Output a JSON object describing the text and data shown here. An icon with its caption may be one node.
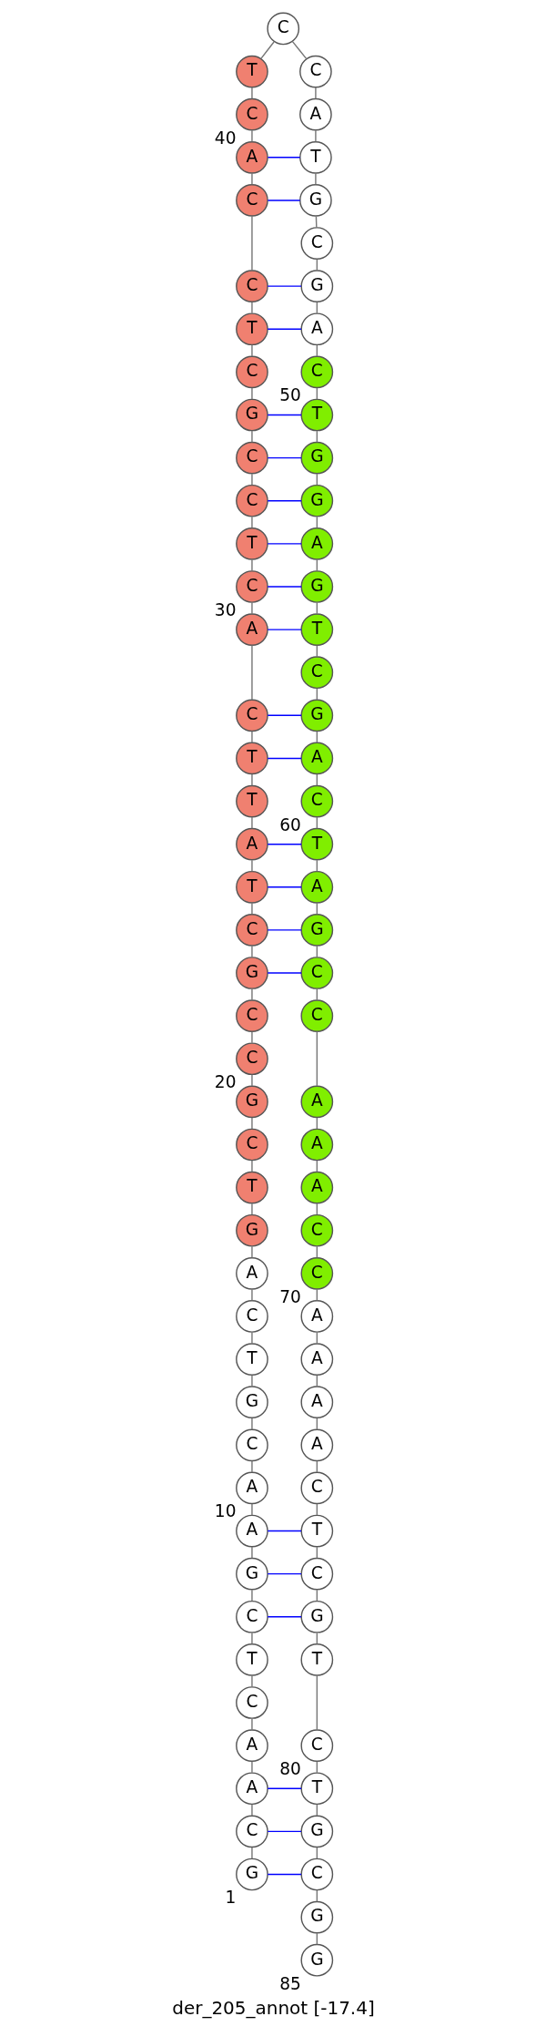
{
  "diagram": {
    "caption": "der_205_annot [-17.4]",
    "nodes": [
      {
        "text": [
          "G"
        ],
        "beside": [
          "1"
        ]
      },
      {
        "text": [
          "C"
        ]
      },
      {
        "text": [
          "A"
        ]
      },
      {
        "text": [
          "A"
        ]
      },
      {
        "text": [
          "C"
        ]
      },
      {
        "text": [
          "T"
        ]
      },
      {
        "text": [
          "C"
        ]
      },
      {
        "text": [
          "G"
        ]
      },
      {
        "text": [
          "A"
        ]
      },
      {
        "text": [
          "A"
        ],
        "beside": [
          "10"
        ]
      },
      {
        "text": [
          "C"
        ]
      },
      {
        "text": [
          "G"
        ]
      },
      {
        "text": [
          "T"
        ]
      },
      {
        "text": [
          "C"
        ]
      },
      {
        "text": [
          "A"
        ]
      },
      {
        "text": [
          "G"
        ]
      },
      {
        "text": [
          "T"
        ]
      },
      {
        "text": [
          "C"
        ]
      },
      {
        "text": [
          "G"
        ]
      },
      {
        "text": [
          "C"
        ],
        "beside": [
          "20"
        ]
      },
      {
        "text": [
          "C"
        ]
      },
      {
        "text": [
          "G"
        ]
      },
      {
        "text": [
          "C"
        ]
      },
      {
        "text": [
          "T"
        ]
      },
      {
        "text": [
          "A"
        ]
      },
      {
        "text": [
          "T"
        ]
      },
      {
        "text": [
          "T"
        ]
      },
      {
        "text": [
          "C"
        ]
      },
      {
        "text": [
          "A"
        ]
      },
      {
        "text": [
          "C"
        ],
        "beside": [
          "30"
        ]
      },
      {
        "text": [
          "T"
        ]
      },
      {
        "text": [
          "C"
        ]
      },
      {
        "text": [
          "C"
        ]
      },
      {
        "text": [
          "G"
        ]
      },
      {
        "text": [
          "C"
        ]
      },
      {
        "text": [
          "T"
        ]
      },
      {
        "text": [
          "C"
        ]
      },
      {
        "text": [
          "C"
        ]
      },
      {
        "text": [
          "A"
        ]
      },
      {
        "text": [
          "C"
        ],
        "beside": [
          "40"
        ]
      },
      {
        "text": [
          "T"
        ]
      },
      {
        "text": [
          "C"
        ]
      },
      {
        "text": [
          "C"
        ]
      },
      {
        "text": [
          "A"
        ]
      },
      {
        "text": [
          "T"
        ]
      },
      {
        "text": [
          "G"
        ]
      },
      {
        "text": [
          "C"
        ]
      },
      {
        "text": [
          "G"
        ]
      },
      {
        "text": [
          "A"
        ]
      },
      {
        "text": [
          "C"
        ],
        "beside": [
          "50"
        ]
      },
      {
        "text": [
          "T"
        ]
      },
      {
        "text": [
          "G"
        ]
      },
      {
        "text": [
          "G"
        ]
      },
      {
        "text": [
          "A"
        ]
      },
      {
        "text": [
          "G"
        ]
      },
      {
        "text": [
          "T"
        ]
      },
      {
        "text": [
          "C"
        ]
      },
      {
        "text": [
          "G"
        ]
      },
      {
        "text": [
          "A"
        ]
      },
      {
        "text": [
          "C"
        ],
        "beside": [
          "60"
        ]
      },
      {
        "text": [
          "T"
        ]
      },
      {
        "text": [
          "A"
        ]
      },
      {
        "text": [
          "G"
        ]
      },
      {
        "text": [
          "C"
        ]
      },
      {
        "text": [
          "C"
        ]
      },
      {
        "text": [
          "A"
        ]
      },
      {
        "text": [
          "A"
        ]
      },
      {
        "text": [
          "A"
        ]
      },
      {
        "text": [
          "C"
        ]
      },
      {
        "text": [
          "C"
        ],
        "beside": [
          "70"
        ]
      },
      {
        "text": [
          "A"
        ]
      },
      {
        "text": [
          "A"
        ]
      },
      {
        "text": [
          "A"
        ]
      },
      {
        "text": [
          "A"
        ]
      },
      {
        "text": [
          "C"
        ]
      },
      {
        "text": [
          "T"
        ]
      },
      {
        "text": [
          "C"
        ]
      },
      {
        "text": [
          "G"
        ]
      },
      {
        "text": [
          "T"
        ]
      },
      {
        "text": [
          "C"
        ],
        "beside": [
          "80"
        ]
      },
      {
        "text": [
          "T"
        ]
      },
      {
        "text": [
          "G"
        ]
      },
      {
        "text": [
          "C"
        ]
      },
      {
        "text": [
          "G"
        ]
      },
      {
        "text": [
          "G"
        ],
        "beside": [
          "85"
        ]
      }
    ],
    "edges": [
      {
        "from": 0,
        "to": 1,
        "arrow": "none"
      },
      {
        "from": 1,
        "to": 2,
        "arrow": "none"
      },
      {
        "from": 2,
        "to": 3,
        "arrow": "none"
      },
      {
        "from": 3,
        "to": 4,
        "arrow": "none"
      },
      {
        "from": 4,
        "to": 5,
        "arrow": "none"
      },
      {
        "from": 5,
        "to": 6,
        "arrow": "none"
      },
      {
        "from": 6,
        "to": 7,
        "arrow": "none"
      },
      {
        "from": 7,
        "to": 8,
        "arrow": "none"
      },
      {
        "from": 8,
        "to": 9,
        "arrow": "none"
      },
      {
        "from": 9,
        "to": 10,
        "arrow": "none"
      },
      {
        "from": 10,
        "to": 11,
        "arrow": "none"
      },
      {
        "from": 11,
        "to": 12,
        "arrow": "none"
      },
      {
        "from": 12,
        "to": 13,
        "arrow": "none"
      },
      {
        "from": 13,
        "to": 14,
        "arrow": "none"
      },
      {
        "from": 14,
        "to": 15,
        "arrow": "none"
      },
      {
        "from": 15,
        "to": 16,
        "arrow": "none"
      },
      {
        "from": 16,
        "to": 17,
        "arrow": "none"
      },
      {
        "from": 17,
        "to": 18,
        "arrow": "none"
      },
      {
        "from": 18,
        "to": 19,
        "arrow": "none"
      },
      {
        "from": 19,
        "to": 20,
        "arrow": "none"
      },
      {
        "from": 20,
        "to": 21,
        "arrow": "none"
      },
      {
        "from": 21,
        "to": 22,
        "arrow": "none"
      },
      {
        "from": 22,
        "to": 23,
        "arrow": "none"
      },
      {
        "from": 23,
        "to": 24,
        "arrow": "none"
      },
      {
        "from": 24,
        "to": 25,
        "arrow": "none"
      },
      {
        "from": 25,
        "to": 26,
        "arrow": "none"
      },
      {
        "from": 26,
        "to": 27,
        "arrow": "none"
      },
      {
        "from": 27,
        "to": 28,
        "arrow": "none"
      },
      {
        "from": 28,
        "to": 29,
        "arrow": "none"
      },
      {
        "from": 29,
        "to": 30,
        "arrow": "none"
      },
      {
        "from": 30,
        "to": 31,
        "arrow": "none"
      },
      {
        "from": 31,
        "to": 32,
        "arrow": "none"
      },
      {
        "from": 32,
        "to": 33,
        "arrow": "none"
      },
      {
        "from": 33,
        "to": 34,
        "arrow": "none"
      },
      {
        "from": 34,
        "to": 35,
        "arrow": "none"
      },
      {
        "from": 35,
        "to": 36,
        "arrow": "none"
      },
      {
        "from": 36,
        "to": 37,
        "arrow": "none"
      },
      {
        "from": 37,
        "to": 38,
        "arrow": "none"
      },
      {
        "from": 38,
        "to": 39,
        "arrow": "none"
      },
      {
        "from": 39,
        "to": 40,
        "arrow": "none"
      },
      {
        "from": 40,
        "to": 41,
        "arrow": "none"
      },
      {
        "from": 41,
        "to": 42,
        "arrow": "none"
      },
      {
        "from": 42,
        "to": 43,
        "arrow": "none"
      },
      {
        "from": 43,
        "to": 44,
        "arrow": "none"
      },
      {
        "from": 44,
        "to": 45,
        "arrow": "none"
      },
      {
        "from": 45,
        "to": 46,
        "arrow": "none"
      },
      {
        "from": 46,
        "to": 47,
        "arrow": "none"
      },
      {
        "from": 47,
        "to": 48,
        "arrow": "none"
      },
      {
        "from": 48,
        "to": 49,
        "arrow": "none"
      },
      {
        "from": 49,
        "to": 50,
        "arrow": "none"
      },
      {
        "from": 50,
        "to": 51,
        "arrow": "none"
      },
      {
        "from": 51,
        "to": 52,
        "arrow": "none"
      },
      {
        "from": 52,
        "to": 53,
        "arrow": "none"
      },
      {
        "from": 53,
        "to": 54,
        "arrow": "none"
      },
      {
        "from": 54,
        "to": 55,
        "arrow": "none"
      },
      {
        "from": 55,
        "to": 56,
        "arrow": "none"
      },
      {
        "from": 56,
        "to": 57,
        "arrow": "none"
      },
      {
        "from": 57,
        "to": 58,
        "arrow": "none"
      },
      {
        "from": 58,
        "to": 59,
        "arrow": "none"
      },
      {
        "from": 59,
        "to": 60,
        "arrow": "none"
      },
      {
        "from": 60,
        "to": 61,
        "arrow": "none"
      },
      {
        "from": 61,
        "to": 62,
        "arrow": "none"
      },
      {
        "from": 62,
        "to": 63,
        "arrow": "none"
      },
      {
        "from": 63,
        "to": 64,
        "arrow": "none"
      },
      {
        "from": 64,
        "to": 65,
        "arrow": "none"
      },
      {
        "from": 65,
        "to": 66,
        "arrow": "none"
      },
      {
        "from": 66,
        "to": 67,
        "arrow": "none"
      },
      {
        "from": 67,
        "to": 68,
        "arrow": "none"
      },
      {
        "from": 68,
        "to": 69,
        "arrow": "none"
      },
      {
        "from": 69,
        "to": 70,
        "arrow": "none"
      },
      {
        "from": 70,
        "to": 71,
        "arrow": "none"
      },
      {
        "from": 71,
        "to": 72,
        "arrow": "none"
      },
      {
        "from": 72,
        "to": 73,
        "arrow": "none"
      },
      {
        "from": 73,
        "to": 74,
        "arrow": "none"
      },
      {
        "from": 74,
        "to": 75,
        "arrow": "none"
      },
      {
        "from": 75,
        "to": 76,
        "arrow": "none"
      },
      {
        "from": 76,
        "to": 77,
        "arrow": "none"
      },
      {
        "from": 77,
        "to": 78,
        "arrow": "none"
      },
      {
        "from": 78,
        "to": 79,
        "arrow": "none"
      },
      {
        "from": 79,
        "to": 80,
        "arrow": "none"
      },
      {
        "from": 80,
        "to": 81,
        "arrow": "none"
      },
      {
        "from": 81,
        "to": 82,
        "arrow": "none"
      },
      {
        "from": 82,
        "to": 83,
        "arrow": "none"
      },
      {
        "from": 83,
        "to": 84,
        "arrow": "none"
      },
      {
        "from": 0,
        "to": 82,
        "arrow": "none",
        "color": "#0000ff"
      },
      {
        "from": 1,
        "to": 81,
        "arrow": "none",
        "color": "#0000ff"
      },
      {
        "from": 2,
        "to": 80,
        "arrow": "none",
        "color": "#0000ff"
      },
      {
        "from": 6,
        "to": 77,
        "arrow": "none",
        "color": "#0000ff"
      },
      {
        "from": 7,
        "to": 76,
        "arrow": "none",
        "color": "#0000ff"
      },
      {
        "from": 8,
        "to": 75,
        "arrow": "none",
        "color": "#0000ff"
      },
      {
        "from": 21,
        "to": 63,
        "arrow": "none",
        "color": "#0000ff"
      },
      {
        "from": 22,
        "to": 62,
        "arrow": "none",
        "color": "#0000ff"
      },
      {
        "from": 23,
        "to": 61,
        "arrow": "none",
        "color": "#0000ff"
      },
      {
        "from": 24,
        "to": 60,
        "arrow": "none",
        "color": "#0000ff"
      },
      {
        "from": 26,
        "to": 58,
        "arrow": "none",
        "color": "#0000ff"
      },
      {
        "from": 27,
        "to": 57,
        "arrow": "none",
        "color": "#0000ff"
      },
      {
        "from": 28,
        "to": 55,
        "arrow": "none",
        "color": "#0000ff"
      },
      {
        "from": 29,
        "to": 54,
        "arrow": "none",
        "color": "#0000ff"
      },
      {
        "from": 30,
        "to": 53,
        "arrow": "none",
        "color": "#0000ff"
      },
      {
        "from": 31,
        "to": 52,
        "arrow": "none",
        "color": "#0000ff"
      },
      {
        "from": 32,
        "to": 51,
        "arrow": "none",
        "color": "#0000ff"
      },
      {
        "from": 33,
        "to": 50,
        "arrow": "none",
        "color": "#0000ff"
      },
      {
        "from": 35,
        "to": 48,
        "arrow": "none",
        "color": "#0000ff"
      },
      {
        "from": 36,
        "to": 47,
        "arrow": "none",
        "color": "#0000ff"
      },
      {
        "from": 37,
        "to": 45,
        "arrow": "none",
        "color": "#0000ff"
      },
      {
        "from": 38,
        "to": 44,
        "arrow": "none",
        "color": "#0000ff"
      }
    ]
  }
}
